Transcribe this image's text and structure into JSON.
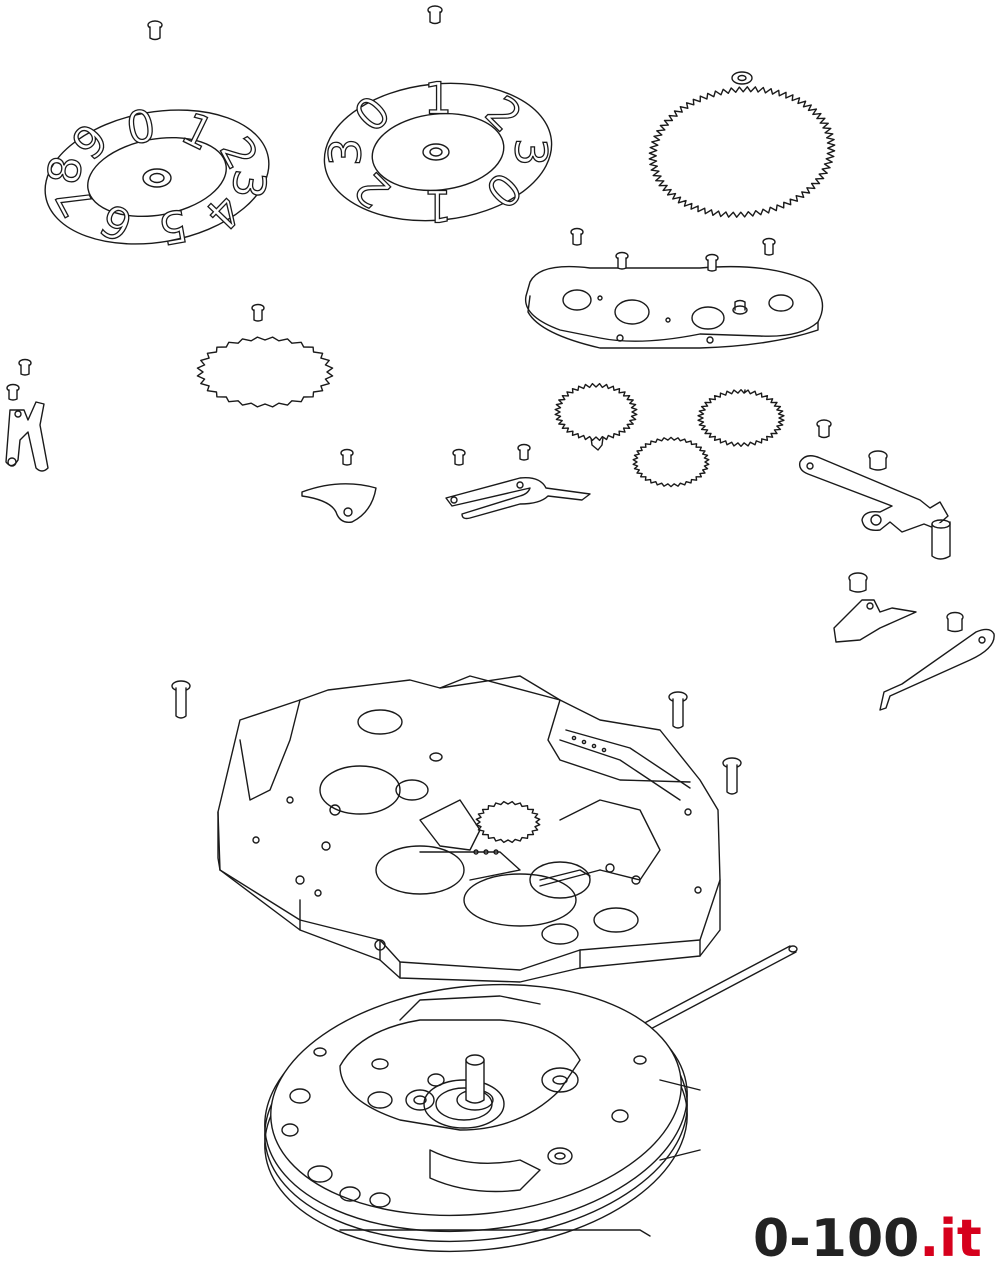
{
  "dials": {
    "left_digits": [
      "0",
      "1",
      "2",
      "3",
      "4",
      "5",
      "6",
      "7",
      "8",
      "9"
    ],
    "center_digits": [
      "1",
      "2",
      "3",
      "0",
      "1",
      "2",
      "3",
      "0"
    ]
  },
  "watermark": {
    "text_dark": "0-100",
    "text_accent": ".it",
    "accent_color": "#d6001c",
    "dark_color": "#222222"
  }
}
